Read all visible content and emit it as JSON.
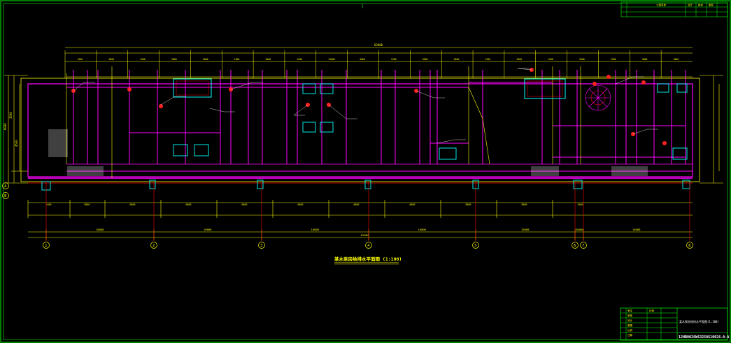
{
  "colors": {
    "background": "#000000",
    "frame": "#00ff00",
    "dimension": "#ffff00",
    "wall": "#ff00ff",
    "axis": "#ff0000",
    "fixture": "#00ffff",
    "label_red": "#ff2020",
    "text_white": "#ffffff"
  },
  "axes": [
    {
      "label": "1"
    },
    {
      "label": "2"
    },
    {
      "label": "3"
    },
    {
      "label": "4"
    },
    {
      "label": "5"
    },
    {
      "label": "6"
    },
    {
      "label": "7"
    },
    {
      "label": "8"
    }
  ],
  "row_axes": [
    {
      "label": "A"
    },
    {
      "label": "B"
    }
  ],
  "dims_top": [
    "1500",
    "3000",
    "1500",
    "3000",
    "3000",
    "1500",
    "5000",
    "1500",
    "15000",
    "3000",
    "1500",
    "3000",
    "3000",
    "1500",
    "4900",
    "1500",
    "3000",
    "1500",
    "3000",
    "3000"
  ],
  "dims_overall": "62000",
  "dims_bottom": [
    "1400",
    "3000",
    "4000",
    "4000",
    "4000",
    "4000",
    "4000",
    "4000",
    "3000",
    "3000",
    "1400"
  ],
  "dims_axis": [
    "10000",
    "10000",
    "10000",
    "10000",
    "10000",
    "10000",
    "10000"
  ],
  "dims_total": "62000",
  "dims_left": [
    "8000",
    "3500",
    "4500"
  ],
  "drawing_title": "某水泵房给排水平面图 (1:100)",
  "title_block": {
    "top_headers": [
      "工程名称",
      "设计",
      "校对",
      "图号"
    ],
    "project_name": "某水泵房给排水平面图(1:100)",
    "drawing_number": "12HB0026WS3250S10026-A-A",
    "row_labels": [
      "审定",
      "审核",
      "设计",
      "制图",
      "比例",
      "日期"
    ],
    "scale_label": "比例"
  }
}
